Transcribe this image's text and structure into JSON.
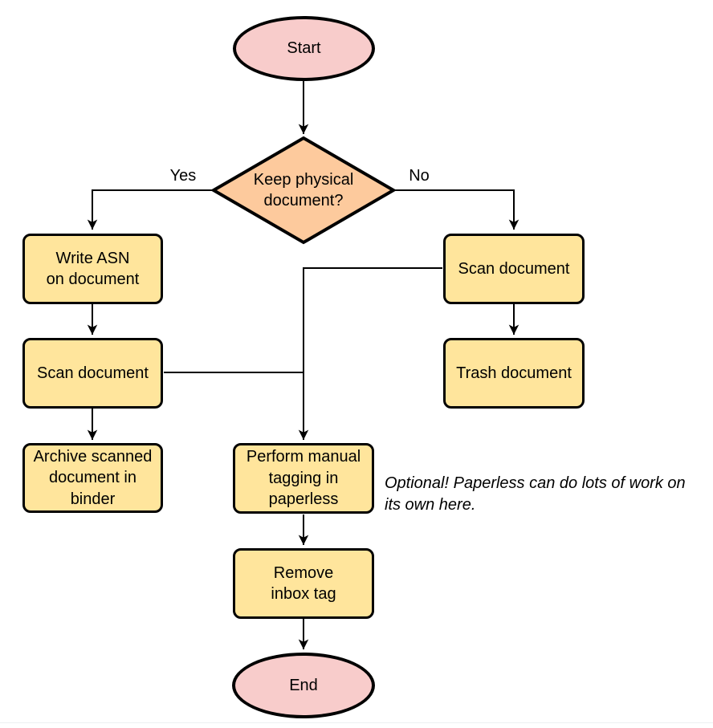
{
  "colors": {
    "terminal_fill": "#f8cccb",
    "decision_fill": "#fdca9d",
    "process_fill": "#ffe59c",
    "node_stroke": "#000000",
    "edge_stroke": "#000000"
  },
  "nodes": {
    "start": {
      "label": "Start"
    },
    "decision": {
      "label": "Keep physical\ndocument?"
    },
    "write_asn": {
      "label": "Write ASN\non document"
    },
    "scan_left": {
      "label": "Scan document"
    },
    "archive": {
      "label": "Archive scanned\ndocument in\nbinder"
    },
    "scan_right": {
      "label": "Scan document"
    },
    "trash": {
      "label": "Trash document"
    },
    "tagging": {
      "label": "Perform manual\ntagging in\npaperless"
    },
    "remove_inbox": {
      "label": "Remove\ninbox tag"
    },
    "end": {
      "label": "End"
    }
  },
  "edges": {
    "yes_label": "Yes",
    "no_label": "No"
  },
  "annotation": {
    "text": "Optional! Paperless can do lots of work on\nits own here."
  }
}
